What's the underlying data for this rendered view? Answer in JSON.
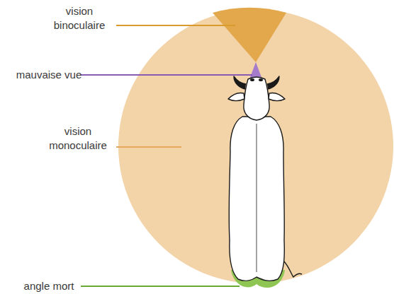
{
  "diagram": {
    "labels": [
      "vision binoculaire",
      "mauvaise vue",
      "vision monoculaire",
      "angle mort"
    ]
  }
}
